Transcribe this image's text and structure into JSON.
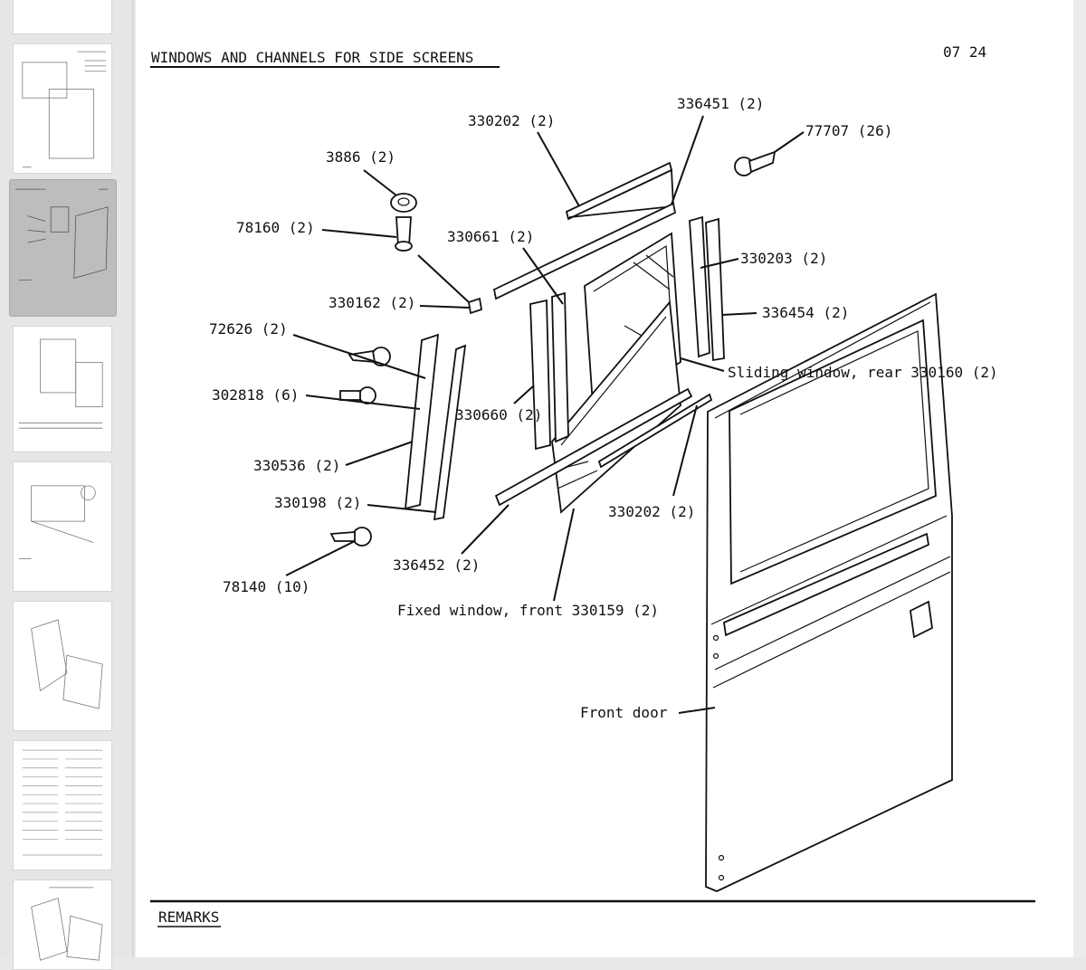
{
  "viewer": {
    "thumbnails": [
      {
        "id": "thumb-1"
      },
      {
        "id": "thumb-2"
      },
      {
        "id": "thumb-3",
        "active": true
      },
      {
        "id": "thumb-4"
      },
      {
        "id": "thumb-5"
      },
      {
        "id": "thumb-6"
      },
      {
        "id": "thumb-7"
      },
      {
        "id": "thumb-8"
      }
    ]
  },
  "page": {
    "title": "WINDOWS AND CHANNELS FOR SIDE SCREENS",
    "page_number": "07 24",
    "remarks": "REMARKS"
  },
  "callouts": {
    "c1": "330202 (2)",
    "c2": "336451 (2)",
    "c3": "77707 (26)",
    "c4": "3886 (2)",
    "c5": "78160 (2)",
    "c6": "330661 (2)",
    "c7": "330203 (2)",
    "c8": "330162 (2)",
    "c9": "336454 (2)",
    "c10": "72626 (2)",
    "c11": "Sliding window, rear 330160 (2)",
    "c12": "302818 (6)",
    "c13": "330660 (2)",
    "c14": "330536 (2)",
    "c15": "330198 (2)",
    "c16": "330202 (2)",
    "c17": "336452 (2)",
    "c18": "78140 (10)",
    "c19": "Fixed window, front 330159 (2)",
    "c20": "Front door"
  }
}
